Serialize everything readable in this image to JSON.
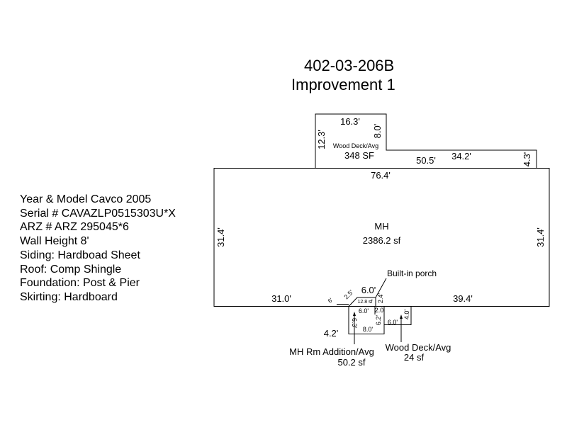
{
  "header": {
    "parcel_id": "402-03-206B",
    "improvement": "Improvement 1"
  },
  "info_lines": [
    "Year & Model Cavco 2005",
    "Serial # CAVAZLP0515303U*X",
    "ARZ # ARZ 295045*6",
    "Wall Height 8'",
    "Siding: Hardboad Sheet",
    "Roof: Comp Shingle",
    "Foundation:  Post  &  Pier",
    "Skirting: Hardboard"
  ],
  "sketch": {
    "main_home": {
      "label": "MH",
      "area": "2386.2 sf",
      "top_length": "76.4'",
      "left_side": "31.4'",
      "right_side": "31.4'",
      "bottom_left": "31.0'",
      "bottom_right": "39.4'"
    },
    "rear_deck": {
      "label": "Wood Deck/Avg",
      "area": "348 SF",
      "top": "16.3'",
      "left_side": "12.3'",
      "step_side": "8.0'",
      "step_length": "50.5'",
      "ledge_length": "34.2'",
      "right_side": "4.3'"
    },
    "porch": {
      "callout": "Built-in porch",
      "width": "6.0'",
      "area": "12.8 sf",
      "diag": "2.5'",
      "right_side": "2.4'",
      "small": "6'"
    },
    "addition": {
      "label": "MH Rm Addition/Avg",
      "area": "50.2 sf",
      "top": "6.0'",
      "left_side": "6.3'",
      "right_side": "6.2'",
      "bottom": "8.0'",
      "offset": "4.2'",
      "inner": "2.0"
    },
    "front_deck": {
      "label": "Wood Deck/Avg",
      "area": "24 sf",
      "width": "6.0'",
      "height": "4.0'"
    }
  }
}
